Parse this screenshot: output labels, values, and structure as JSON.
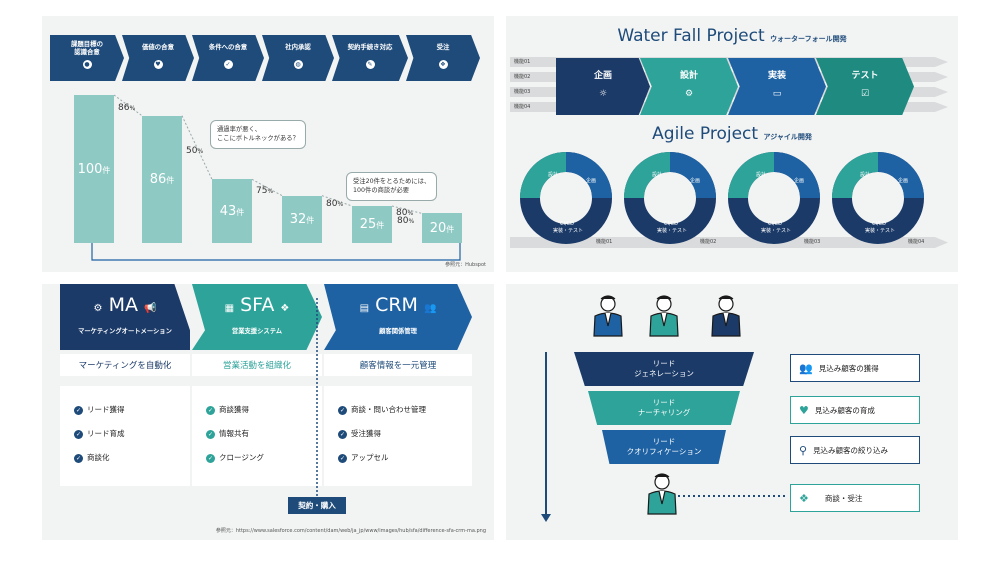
{
  "colors": {
    "navy": "#1e4b7a",
    "teal": "#2ea39a",
    "lightTeal": "#8ec9c4",
    "darkNavy": "#1b3a68",
    "midBlue": "#1e62a3",
    "bg": "#f2f3f3"
  },
  "panel1": {
    "steps": [
      {
        "label": "課題目標の\n認識合意",
        "icon": "person-icon"
      },
      {
        "label": "価値の合意",
        "icon": "heart-icon"
      },
      {
        "label": "条件への合意",
        "icon": "check-doc-icon"
      },
      {
        "label": "社内承認",
        "icon": "globe-icon"
      },
      {
        "label": "契約手続き対応",
        "icon": "pen-icon"
      },
      {
        "label": "受注",
        "icon": "handshake-icon"
      }
    ],
    "callout1": "通過率が悪く、\nここにボトルネックがある？",
    "callout2": "受注20件をとるためには、\n100件の商談が必要",
    "source": "参照元：Hubspot"
  },
  "chart_data": {
    "type": "bar",
    "categories": [
      "課題目標の認識合意",
      "価値の合意",
      "条件への合意",
      "社内承認",
      "契約手続き対応",
      "受注"
    ],
    "values": [
      100,
      86,
      43,
      32,
      25,
      20
    ],
    "value_unit": "件",
    "conversion_rates": [
      "86%",
      "50%",
      "75%",
      "80%",
      "80%",
      "80%"
    ]
  },
  "panel2": {
    "wf_title": "Water Fall Project",
    "wf_sub": "ウォーターフォール開発",
    "lanes": [
      "機能01",
      "機能02",
      "機能03",
      "機能04"
    ],
    "phases": [
      {
        "label": "企画",
        "icon": "bulb-icon"
      },
      {
        "label": "設計",
        "icon": "gears-icon"
      },
      {
        "label": "実装",
        "icon": "laptop-icon"
      },
      {
        "label": "テスト",
        "icon": "checklist-icon"
      }
    ],
    "agile_title": "Agile Project",
    "agile_sub": "アジャイル開発",
    "ring": {
      "design": "設計",
      "plan": "企画",
      "cicd": "CI/CD",
      "impl": "実装・テスト"
    },
    "agile_lanes": [
      "機能01",
      "機能02",
      "機能03",
      "機能04"
    ]
  },
  "panel3": {
    "cols": [
      {
        "name": "MA",
        "sub": "マーケティングオートメーション",
        "tag": "マーケティングを自動化",
        "items": [
          "リード獲得",
          "リード育成",
          "商談化"
        ],
        "icon": "gears-icon",
        "icon2": "megaphone-icon"
      },
      {
        "name": "SFA",
        "sub": "営業支援システム",
        "tag": "営業活動を組織化",
        "items": [
          "商談獲得",
          "情報共有",
          "クロージング"
        ],
        "icon": "chart-icon",
        "icon2": "handshake-icon"
      },
      {
        "name": "CRM",
        "sub": "顧客関係管理",
        "tag": "顧客情報を一元管理",
        "items": [
          "商談・問い合わせ管理",
          "受注獲得",
          "アップセル"
        ],
        "icon": "doc-icon",
        "icon2": "people-icon"
      }
    ],
    "contract": "契約・購入",
    "source": "参照元：https://www.salesforce.com/content/dam/web/ja_jp/www/images/hub/sfa/difference-sfa-crm-ma.png"
  },
  "panel4": {
    "funnel": [
      {
        "label": "リード\nジェネレーション"
      },
      {
        "label": "リード\nナーチャリング"
      },
      {
        "label": "リード\nクオリフィケーション"
      }
    ],
    "right": [
      {
        "label": "見込み顧客の獲得",
        "icon": "people-icon"
      },
      {
        "label": "見込み顧客の育成",
        "icon": "nurture-icon"
      },
      {
        "label": "見込み顧客の絞り込み",
        "icon": "search-person-icon"
      },
      {
        "label": "商談・受注",
        "icon": "handshake-icon"
      }
    ]
  }
}
